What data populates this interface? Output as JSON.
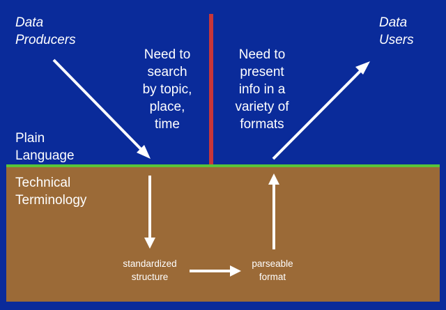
{
  "producers": "Data\nProducers",
  "users": "Data\nUsers",
  "need_search": "Need to\nsearch\nby topic,\nplace,\ntime",
  "need_present": "Need to\npresent\ninfo in a\nvariety of\nformats",
  "plain": "Plain\nLanguage",
  "technical": "Technical\nTerminology",
  "standardized": "standardized\nstructure",
  "parseable": "parseable\nformat",
  "colors": {
    "background": "#0a2b9a",
    "ground": "#9b6a37",
    "surface_line": "#58c43a",
    "divider": "#c8363a",
    "arrow": "#ffffff"
  }
}
